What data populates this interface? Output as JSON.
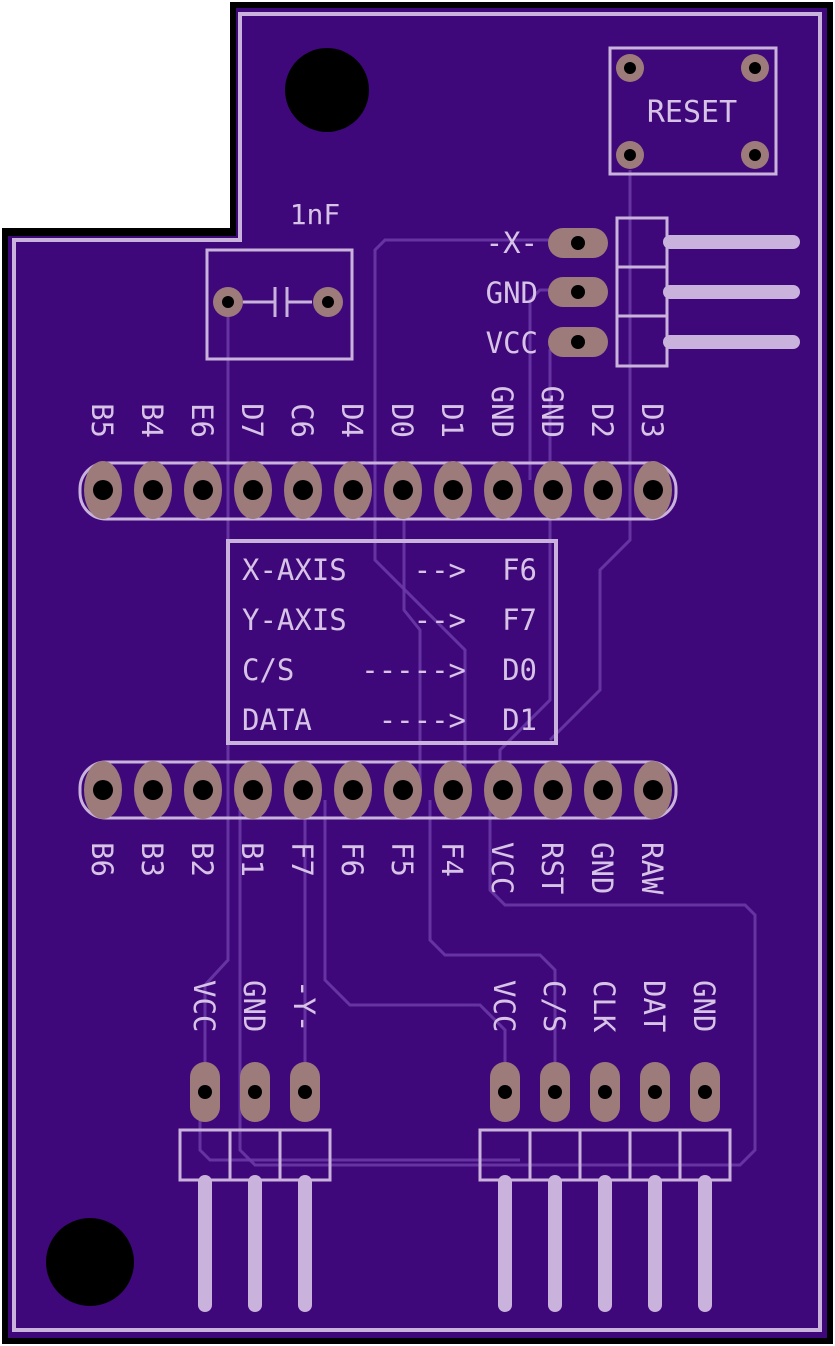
{
  "board": {
    "colors": {
      "background": "#ffffff",
      "board": "#3f087a",
      "edge": "#000000",
      "outline": "#c9b3dc",
      "pad": "#9d7b7b",
      "drill": "#000000",
      "trace": "#6a3aa6"
    }
  },
  "reset_button": {
    "label": "RESET"
  },
  "capacitor": {
    "label": "1nF"
  },
  "right_header": {
    "pins": [
      "-X-",
      "GND",
      "VCC"
    ]
  },
  "top_row": {
    "pins": [
      "B5",
      "B4",
      "E6",
      "D7",
      "C6",
      "D4",
      "D0",
      "D1",
      "GND",
      "GND",
      "D2",
      "D3"
    ]
  },
  "mapping_box": {
    "lines": [
      {
        "name": "X-AXIS",
        "arrow": "-->",
        "pin": "F6"
      },
      {
        "name": "Y-AXIS",
        "arrow": "-->",
        "pin": "F7"
      },
      {
        "name": "C/S",
        "arrow": "----->",
        "pin": "D0"
      },
      {
        "name": "DATA",
        "arrow": "---->",
        "pin": "D1"
      }
    ]
  },
  "bottom_row": {
    "pins": [
      "B6",
      "B3",
      "B2",
      "B1",
      "F7",
      "F6",
      "F5",
      "F4",
      "VCC",
      "RST",
      "GND",
      "RAW"
    ]
  },
  "y_header": {
    "pins": [
      "VCC",
      "GND",
      "-Y-"
    ]
  },
  "sensor_header": {
    "pins": [
      "VCC",
      "C/S",
      "CLK",
      "DAT",
      "GND"
    ]
  }
}
